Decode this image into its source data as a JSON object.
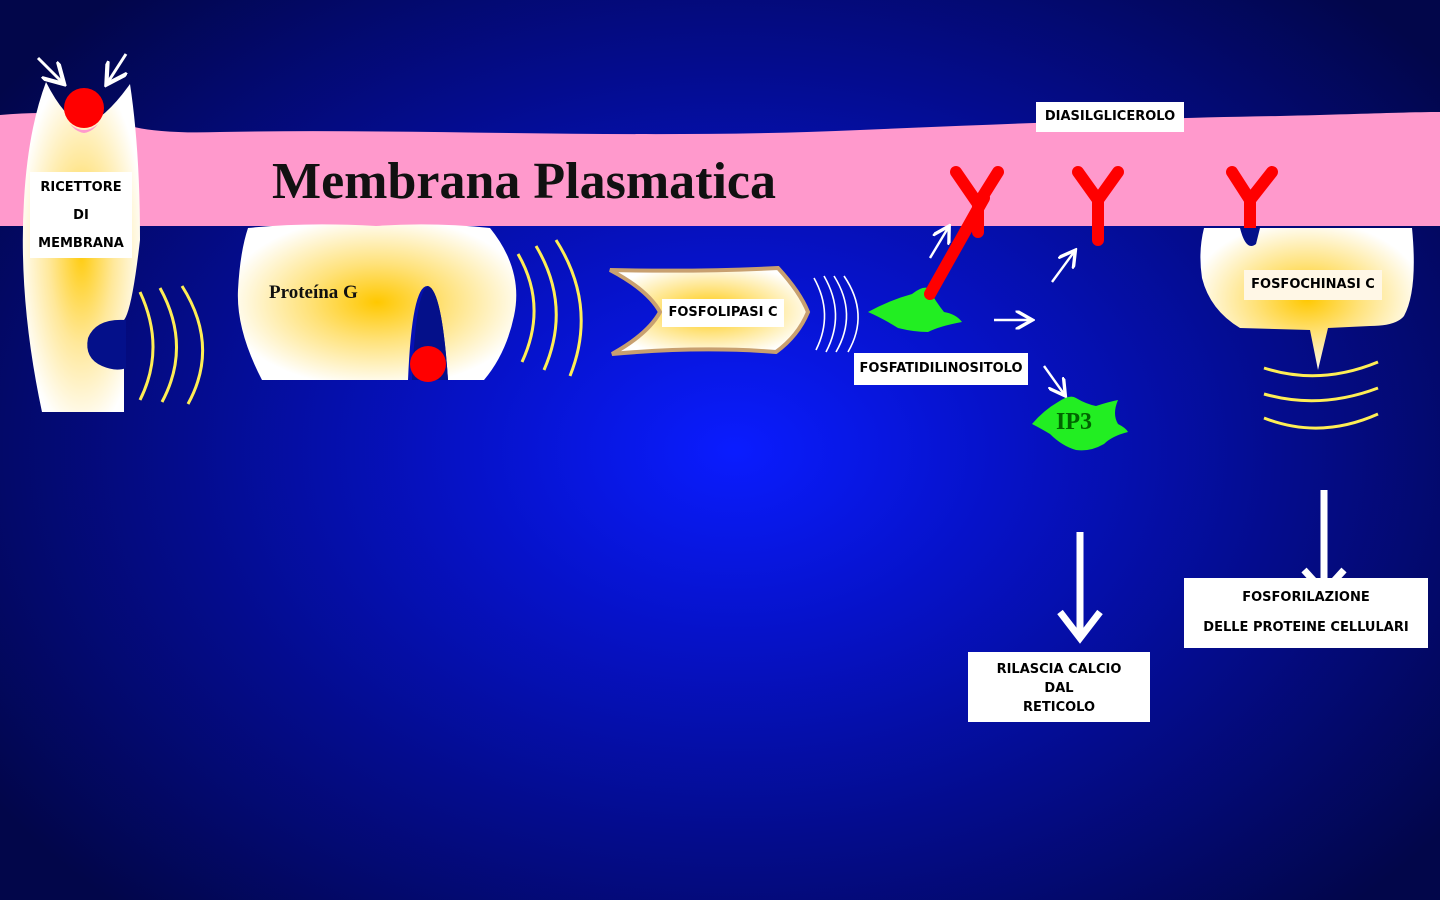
{
  "diagram": {
    "membrane_title": "Membrana Plasmatica",
    "receptor": {
      "label_lines": [
        "RICETTORE",
        "DI",
        "MEMBRANA"
      ]
    },
    "g_protein": {
      "label": "Proteína G"
    },
    "phospholipase": {
      "label": "FOSFOLIPASI C"
    },
    "phosphatidylinositol": {
      "label": "FOSFATIDILINOSITOLO"
    },
    "diacylglycerol": {
      "label": "DIASILGLICEROLO"
    },
    "ip3": {
      "label": "IP3"
    },
    "phosphokinase": {
      "label": "FOSFOCHINASI C"
    },
    "calcium_release": {
      "label_lines": [
        "RILASCIA CALCIO",
        "DAL",
        "RETICOLO"
      ]
    },
    "phosphorylation": {
      "label_lines": [
        "FOSFORILAZIONE",
        "DELLE PROTEINE CELLULARI"
      ]
    }
  },
  "colors": {
    "background_center": "#0a1cff",
    "background_edge": "#02064a",
    "membrane": "#ff99cc",
    "protein_fill": "#fff7d6",
    "protein_core": "#ffcc00",
    "ligand": "#ff0000",
    "dag_y": "#ff0000",
    "pip2_ip3": "#22ee22",
    "wave": "#ffee55",
    "arrow": "#ffffff"
  }
}
